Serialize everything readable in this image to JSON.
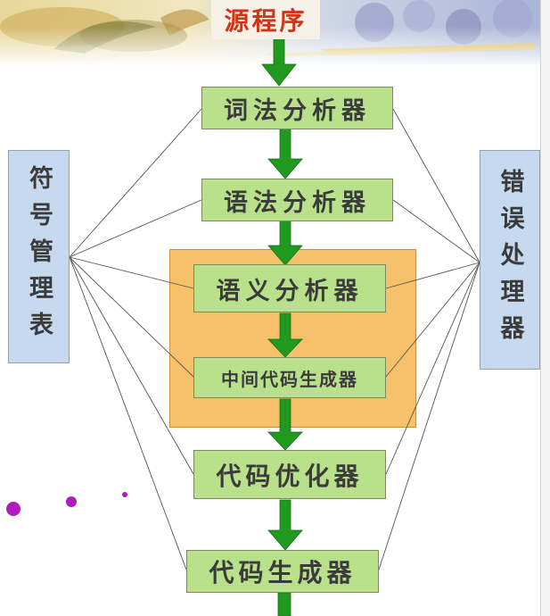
{
  "diagram": {
    "source": "源程序",
    "stages": {
      "lexical": "词法分析器",
      "syntax": "语法分析器",
      "semantic": "语义分析器",
      "intermediate": "中间代码生成器",
      "optimizer": "代码优化器",
      "generator": "代码生成器"
    },
    "symbol_table": "符号管理表",
    "error_handler": "错误处理器"
  },
  "colors": {
    "stage_fill": "#b9e08b",
    "side_fill": "#c7d9ee",
    "highlight": "#f7c06a",
    "arrow": "#1f9a1f",
    "source_text": "#d2341a",
    "dot": "#b11cbf"
  }
}
